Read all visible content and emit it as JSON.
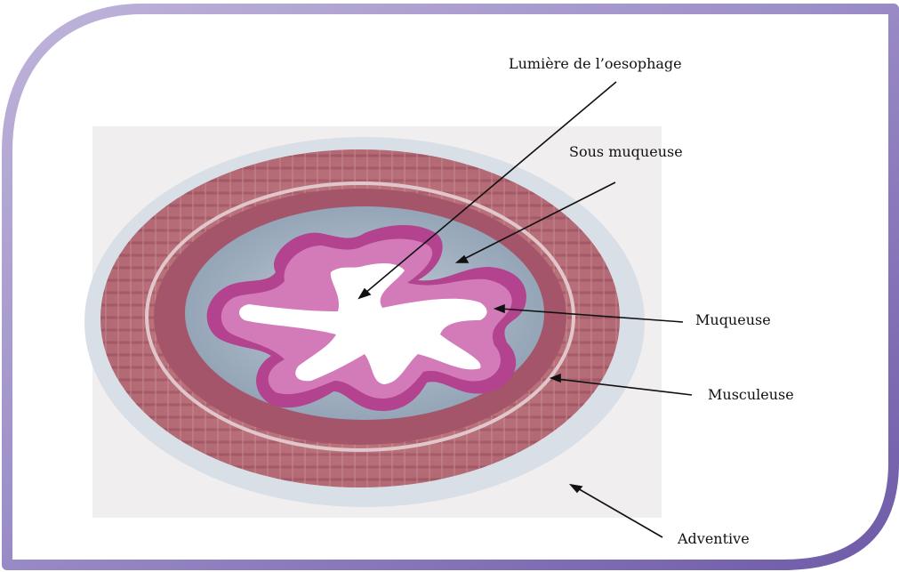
{
  "labels": {
    "lumiere": "Lumière de l’oesophage",
    "sous_muqueuse": "Sous muqueuse",
    "muqueuse": "Muqueuse",
    "musculeuse": "Musculeuse",
    "adventive": "Adventive"
  },
  "colors": {
    "frame_purple": "#8a78b5",
    "background": "#f1eeef",
    "adventice": "#d7dde5",
    "muscle": "#b86f78",
    "muscle_dark": "#9f4d62",
    "submucosa": "#a9b7c7",
    "mucosa": "#b23f91",
    "lumen": "#ffffff",
    "arrow": "#111111"
  }
}
